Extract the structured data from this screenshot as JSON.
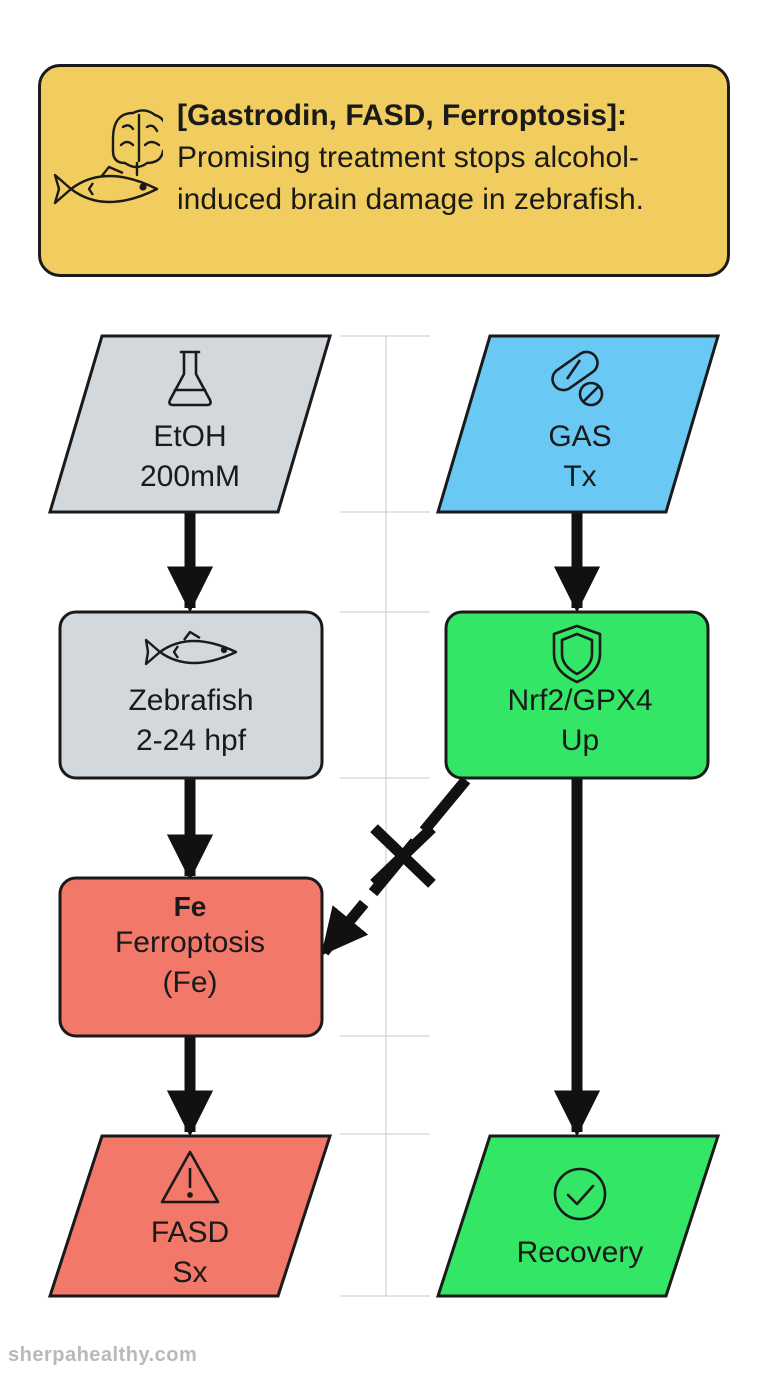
{
  "header": {
    "title": "[Gastrodin, FASD, Ferroptosis]:",
    "subtitle": "Promising treatment stops alcohol-induced brain damage in zebrafish.",
    "icons": [
      "brain-icon",
      "fish-icon"
    ]
  },
  "nodes": {
    "etoh": {
      "line1": "EtOH",
      "line2": "200mM",
      "icon": "flask-icon",
      "color": "#d3d8dc"
    },
    "gas": {
      "line1": "GAS",
      "line2": "Tx",
      "icon": "pill-icon",
      "color": "#6ac8f5"
    },
    "zebrafish": {
      "line1": "Zebrafish",
      "line2": "2-24 hpf",
      "icon": "fish-icon",
      "color": "#d3d8dc"
    },
    "nrf2": {
      "line1": "Nrf2/GPX4",
      "line2": "Up",
      "icon": "shield-icon",
      "color": "#33e666"
    },
    "ferroptosis": {
      "symbol": "Fe",
      "line1": "Ferroptosis",
      "line2": "(Fe)",
      "color": "#f2786a"
    },
    "fasd": {
      "line1": "FASD",
      "line2": "Sx",
      "icon": "warning-icon",
      "color": "#f2786a"
    },
    "recovery": {
      "line1": "Recovery",
      "icon": "check-circle-icon",
      "color": "#33e666"
    }
  },
  "footer": {
    "watermark": "sherpahealthy.com"
  }
}
